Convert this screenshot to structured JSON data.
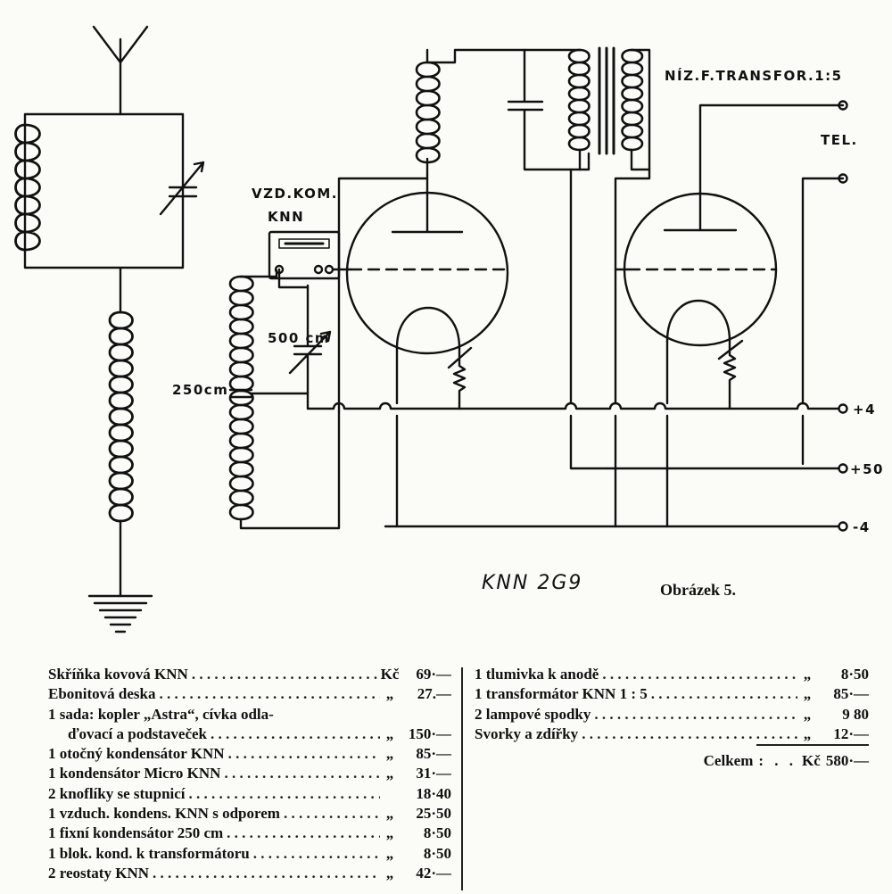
{
  "schematic": {
    "labels": {
      "transformer": "NÍZ.F.TRANSFOR.1:5",
      "tel": "TEL.",
      "regen_line1": "VZD.KOM.",
      "regen_line2": "KNN",
      "cap500": "500 cm",
      "cap250": "250cm",
      "plus4": "+4",
      "plus50": "+50",
      "minus4": "-4",
      "model": "KNN 2G9",
      "figure": "Obrázek 5."
    }
  },
  "parts_left": [
    {
      "name": "Skříňka kovová KNN",
      "cur": "Kč",
      "price": "69·—",
      "indent": false
    },
    {
      "name": "Ebonitová deska",
      "cur": "„",
      "price": "27.—",
      "indent": false
    },
    {
      "name": "1 sada: kopler „Astra“, cívka odla-",
      "cur": "",
      "price": "",
      "indent": false
    },
    {
      "name": "ďovací a podstaveček",
      "cur": "„",
      "price": "150·—",
      "indent": true
    },
    {
      "name": "1 otočný kondensátor KNN",
      "cur": "„",
      "price": "85·—",
      "indent": false
    },
    {
      "name": "1 kondensátor Micro KNN",
      "cur": "„",
      "price": "31·—",
      "indent": false
    },
    {
      "name": "2 knoflíky se stupnicí",
      "cur": "",
      "price": "18·40",
      "indent": false
    },
    {
      "name": "1 vzduch. kondens. KNN s odporem",
      "cur": "„",
      "price": "25·50",
      "indent": false
    },
    {
      "name": "1 fixní kondensátor 250 cm",
      "cur": "„",
      "price": "8·50",
      "indent": false
    },
    {
      "name": "1 blok. kond. k transformátoru",
      "cur": "„",
      "price": "8·50",
      "indent": false
    },
    {
      "name": "2 reostaty KNN",
      "cur": "„",
      "price": "42·—",
      "indent": false
    }
  ],
  "parts_right": [
    {
      "name": "1 tlumivka k anodě",
      "cur": "„",
      "price": "8·50"
    },
    {
      "name": "1 transformátor KNN 1 : 5",
      "cur": "„",
      "price": "85·—"
    },
    {
      "name": "2 lampové spodky",
      "cur": "„",
      "price": "9 80"
    },
    {
      "name": "Svorky a zdířky",
      "cur": "„",
      "price": "12·—"
    }
  ],
  "total": {
    "label": "Celkem",
    "cur": "Kč",
    "value": "580·—"
  }
}
